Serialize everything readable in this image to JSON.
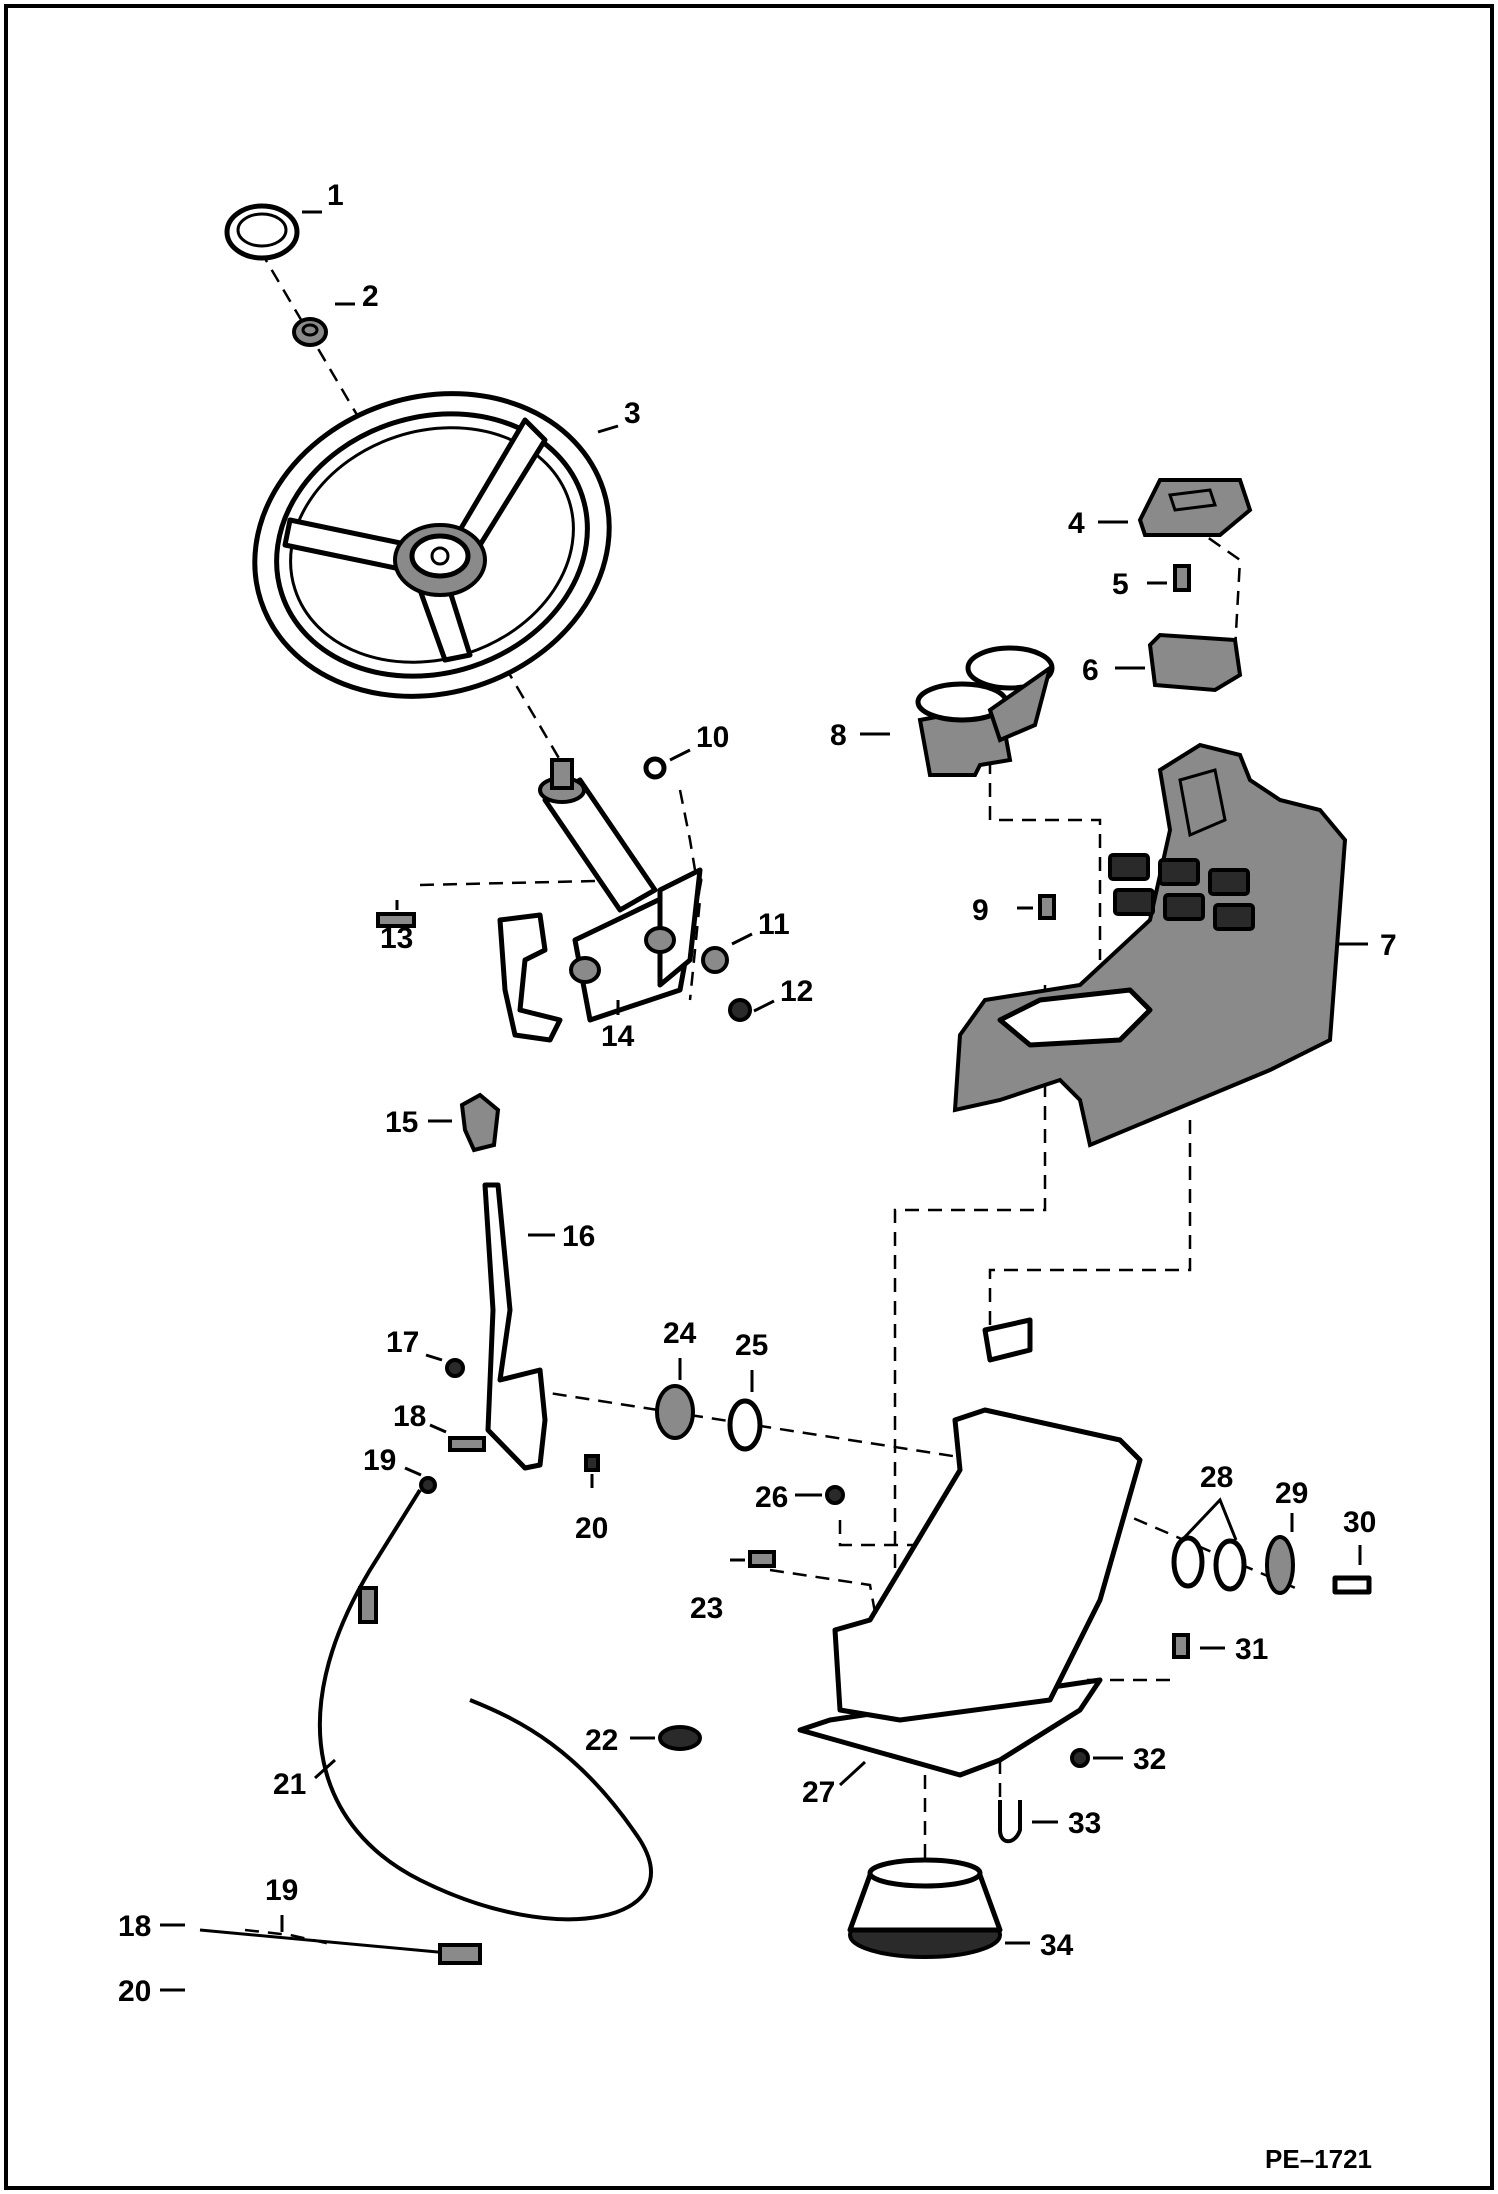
{
  "figure_ref": "PE–1721",
  "callouts": [
    {
      "id": "c1",
      "text": "1"
    },
    {
      "id": "c2",
      "text": "2"
    },
    {
      "id": "c3",
      "text": "3"
    },
    {
      "id": "c4",
      "text": "4"
    },
    {
      "id": "c5",
      "text": "5"
    },
    {
      "id": "c6",
      "text": "6"
    },
    {
      "id": "c7",
      "text": "7"
    },
    {
      "id": "c8",
      "text": "8"
    },
    {
      "id": "c9",
      "text": "9"
    },
    {
      "id": "c10",
      "text": "10"
    },
    {
      "id": "c11",
      "text": "11"
    },
    {
      "id": "c12",
      "text": "12"
    },
    {
      "id": "c13",
      "text": "13"
    },
    {
      "id": "c14",
      "text": "14"
    },
    {
      "id": "c15",
      "text": "15"
    },
    {
      "id": "c16",
      "text": "16"
    },
    {
      "id": "c17",
      "text": "17"
    },
    {
      "id": "c18a",
      "text": "18"
    },
    {
      "id": "c19a",
      "text": "19"
    },
    {
      "id": "c20a",
      "text": "20"
    },
    {
      "id": "c21",
      "text": "21"
    },
    {
      "id": "c22",
      "text": "22"
    },
    {
      "id": "c23",
      "text": "23"
    },
    {
      "id": "c24",
      "text": "24"
    },
    {
      "id": "c25",
      "text": "25"
    },
    {
      "id": "c26",
      "text": "26"
    },
    {
      "id": "c27",
      "text": "27"
    },
    {
      "id": "c28",
      "text": "28"
    },
    {
      "id": "c29",
      "text": "29"
    },
    {
      "id": "c30",
      "text": "30"
    },
    {
      "id": "c31",
      "text": "31"
    },
    {
      "id": "c32",
      "text": "32"
    },
    {
      "id": "c33",
      "text": "33"
    },
    {
      "id": "c34",
      "text": "34"
    },
    {
      "id": "c18b",
      "text": "18"
    },
    {
      "id": "c19b",
      "text": "19"
    },
    {
      "id": "c20b",
      "text": "20"
    }
  ]
}
